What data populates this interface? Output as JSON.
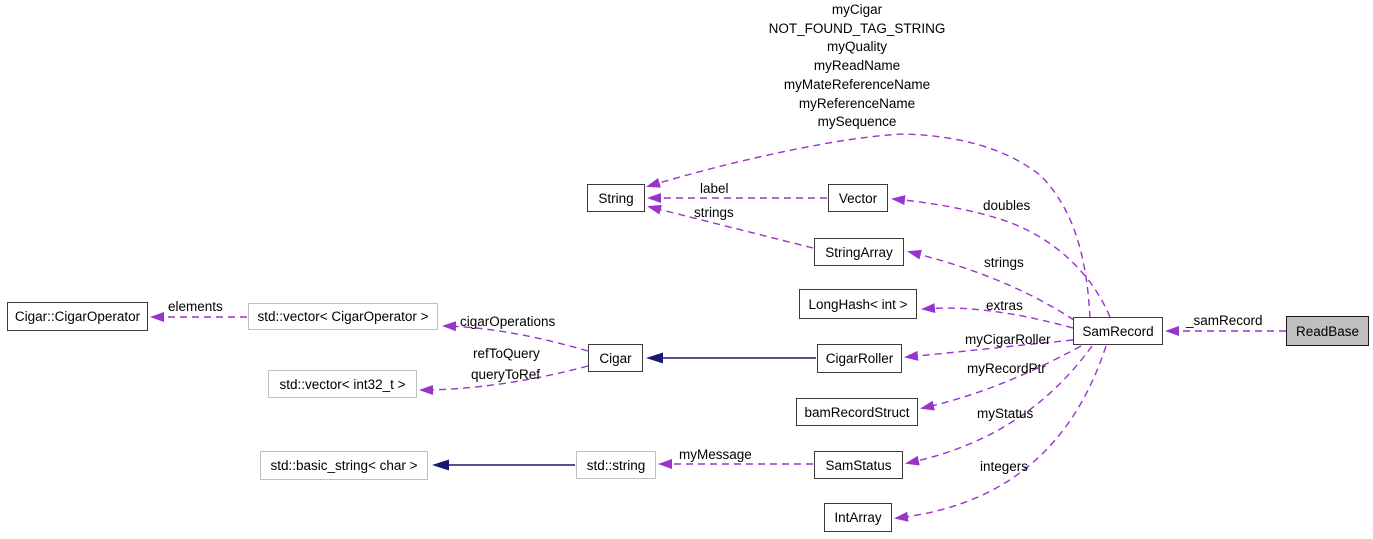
{
  "diagram_type": "class-collaboration-graph",
  "colors": {
    "usage_edge": "#9933CC",
    "inheritance_edge": "#191970",
    "node_border": "#3a3a3a",
    "template_node_border": "#bfbfbf",
    "highlight_node_fill": "#bfbfbf",
    "background": "#ffffff",
    "text": "#000000"
  },
  "nodes": {
    "cigar_operator": {
      "label": "Cigar::CigarOperator"
    },
    "vector_cigar_operator": {
      "label": "std::vector< CigarOperator >"
    },
    "vector_int32": {
      "label": "std::vector< int32_t >"
    },
    "basic_string": {
      "label": "std::basic_string< char >"
    },
    "std_string": {
      "label": "std::string"
    },
    "cigar": {
      "label": "Cigar"
    },
    "string": {
      "label": "String"
    },
    "vector": {
      "label": "Vector"
    },
    "string_array": {
      "label": "StringArray"
    },
    "long_hash": {
      "label": "LongHash< int >"
    },
    "cigar_roller": {
      "label": "CigarRoller"
    },
    "bam_record_struct": {
      "label": "bamRecordStruct"
    },
    "sam_status": {
      "label": "SamStatus"
    },
    "int_array": {
      "label": "IntArray"
    },
    "sam_record": {
      "label": "SamRecord"
    },
    "read_base": {
      "label": "ReadBase"
    }
  },
  "edge_labels": {
    "string_members": [
      "myCigar",
      "NOT_FOUND_TAG_STRING",
      "myQuality",
      "myReadName",
      "myMateReferenceName",
      "myReferenceName",
      "mySequence"
    ],
    "label": "label",
    "strings_to_string": "strings",
    "doubles": "doubles",
    "strings_to_string_array": "strings",
    "extras": "extras",
    "my_cigar_roller": "myCigarRoller",
    "my_record_ptr": "myRecordPtr",
    "my_status": "myStatus",
    "integers": "integers",
    "sam_record_ref": "_samRecord",
    "elements": "elements",
    "cigar_operations": "cigarOperations",
    "ref_to_query": "refToQuery",
    "query_to_ref": "queryToRef",
    "my_message": "myMessage"
  }
}
